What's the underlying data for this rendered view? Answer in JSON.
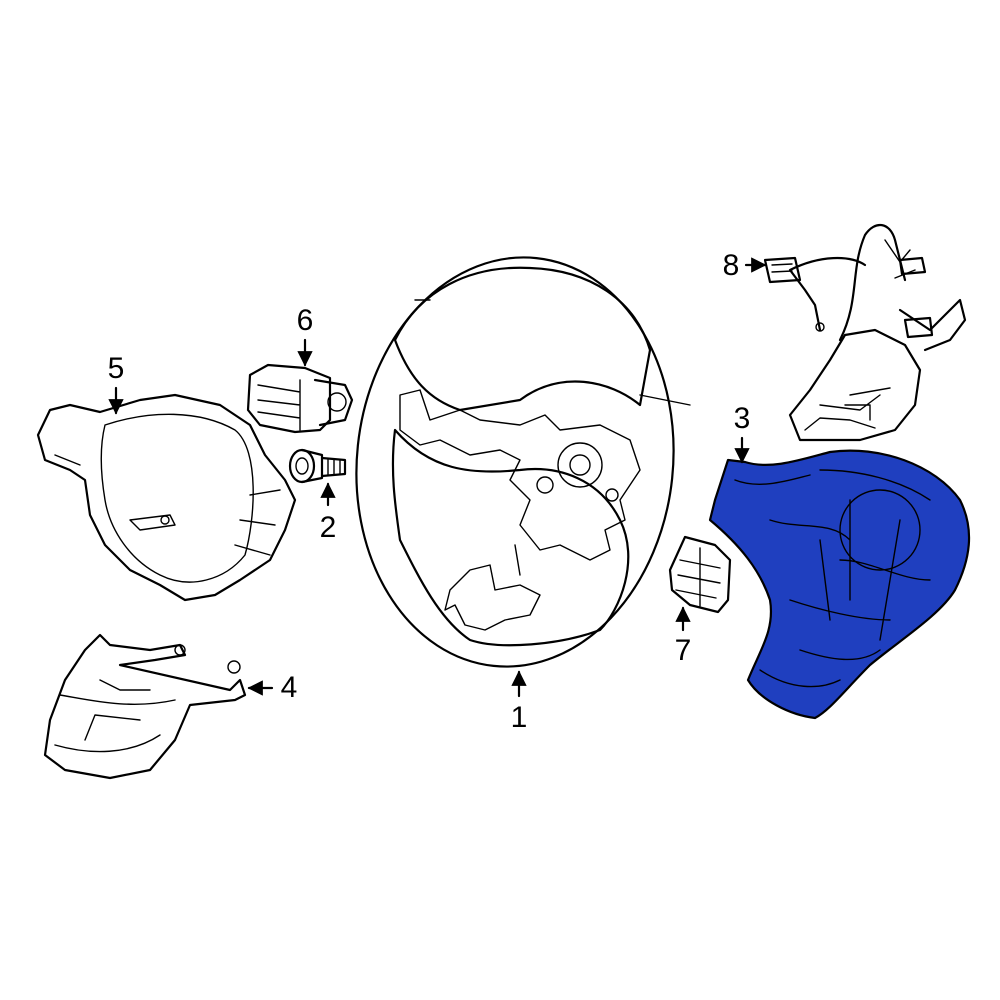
{
  "callouts": {
    "c1": "1",
    "c2": "2",
    "c3": "3",
    "c4": "4",
    "c5": "5",
    "c6": "6",
    "c7": "7",
    "c8": "8"
  },
  "colors": {
    "highlight": "#1f3fbf",
    "line": "#000000",
    "background": "#ffffff"
  }
}
